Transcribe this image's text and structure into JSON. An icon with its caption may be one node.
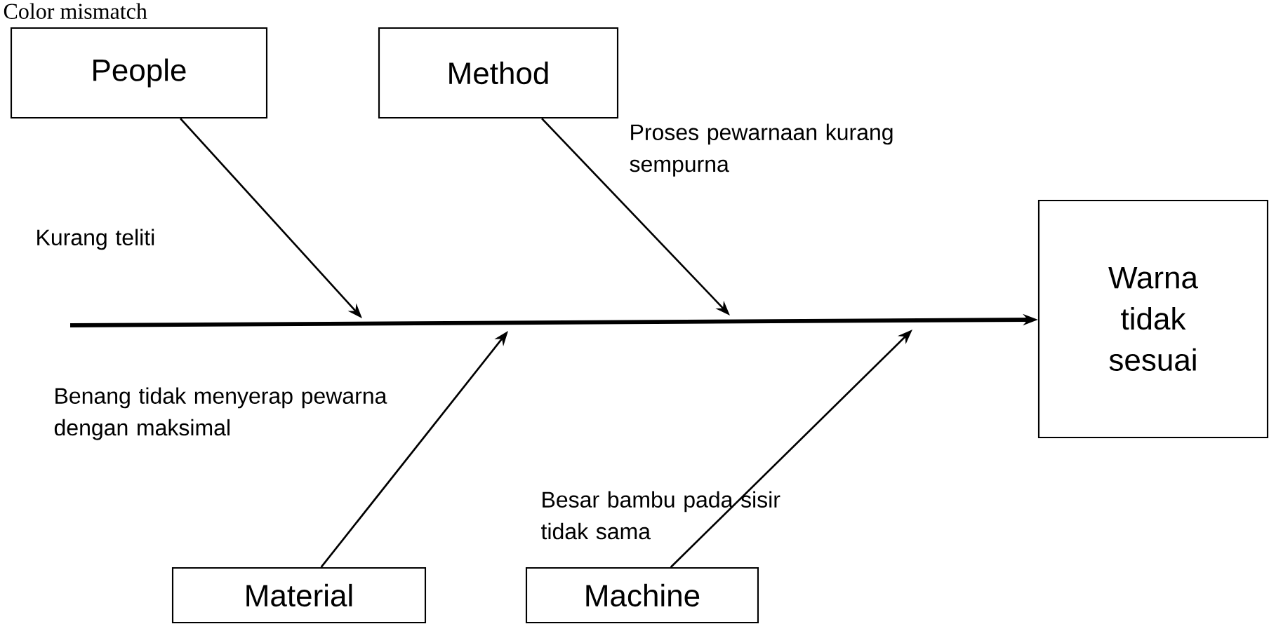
{
  "diagram": {
    "title": "Color mismatch",
    "nodes": [
      {
        "text": [
          "People"
        ]
      },
      {
        "text": [
          "Method"
        ]
      },
      {
        "text": [
          "Material"
        ]
      },
      {
        "text": [
          "Machine"
        ]
      },
      {
        "text": [
          "Warna tidak sesuai"
        ]
      }
    ],
    "edges": [
      {
        "from": null,
        "to": 4,
        "arrow": "to",
        "style": "thick"
      },
      {
        "from": 0,
        "to": null,
        "arrow": "to"
      },
      {
        "from": 1,
        "to": null,
        "arrow": "to"
      },
      {
        "from": 2,
        "to": null,
        "arrow": "to"
      },
      {
        "from": 3,
        "to": null,
        "arrow": "to"
      }
    ],
    "labels": [
      "Proses pewarnaan kurang sempurna",
      "Kurang teliti",
      "Benang tidak menyerap pewarna dengan maksimal",
      "Besar bambu pada sisir tidak sama"
    ]
  }
}
